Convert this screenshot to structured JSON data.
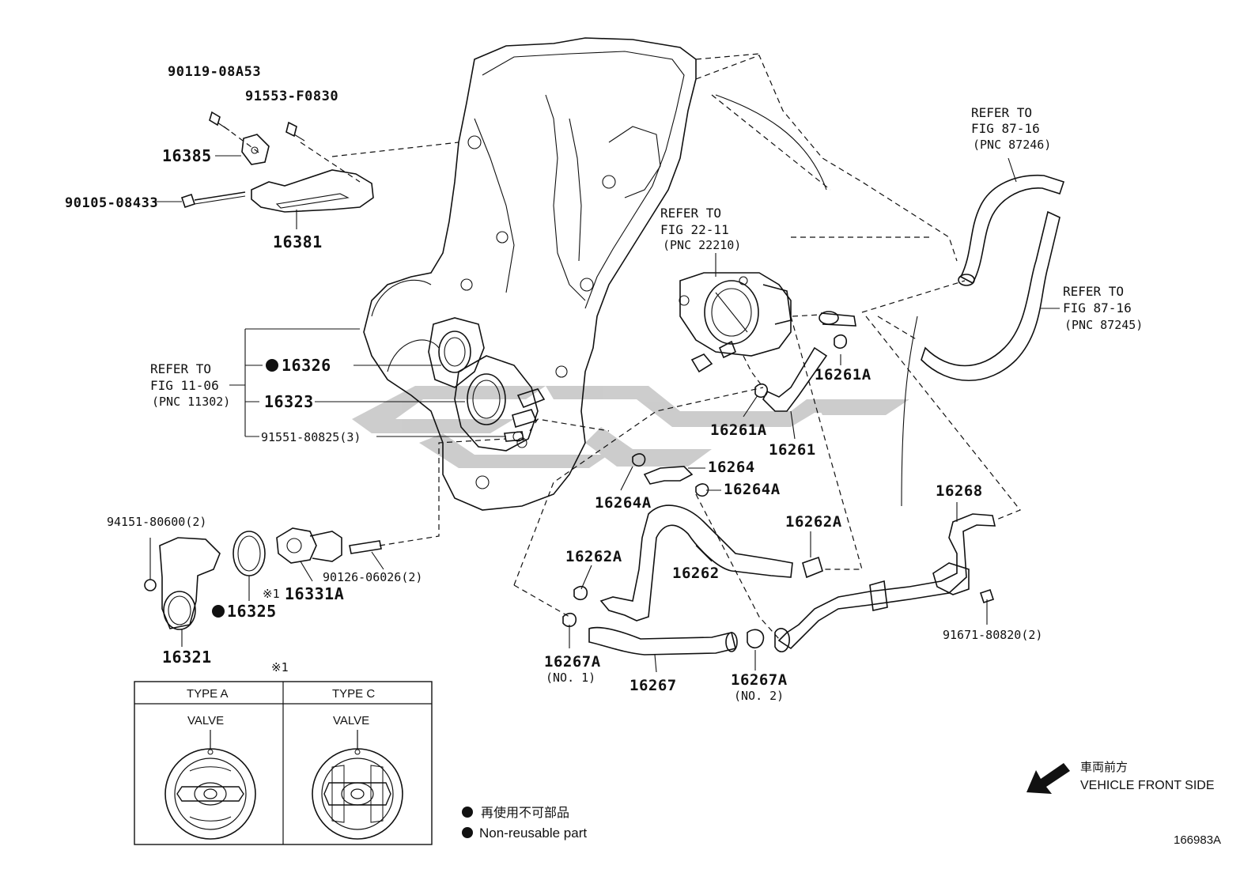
{
  "diagram": {
    "parts": {
      "p1": "90119-08A53",
      "p2": "91553-F0830",
      "p3": "16385",
      "p4": "90105-08433",
      "p5": "16381",
      "p6": "16326",
      "p7": "16323",
      "p8": "91551-80825(3)",
      "p9": "94151-80600(2)",
      "p10": "16325",
      "p11": "16331A",
      "p12": "90126-06026(2)",
      "p13": "16321",
      "p14": "16261A",
      "p15": "16261A",
      "p16": "16261",
      "p17": "16264",
      "p18": "16264A",
      "p19": "16264A",
      "p20": "16262A",
      "p21": "16262A",
      "p22": "16262",
      "p23": "16268",
      "p24": "91671-80820(2)",
      "p25": "16267A",
      "p26": "(NO. 1)",
      "p27": "16267",
      "p28": "16267A",
      "p29": "(NO. 2)"
    },
    "note_mark": "※1",
    "refs": {
      "ref1": [
        "REFER TO",
        "FIG 11-06",
        "(PNC 11302)"
      ],
      "ref2": [
        "REFER TO",
        "FIG 22-11",
        "(PNC 22210)"
      ],
      "ref3": [
        "REFER TO",
        "FIG 87-16",
        "(PNC 87246)"
      ],
      "ref4": [
        "REFER TO",
        "FIG 87-16",
        "(PNC 87245)"
      ]
    },
    "inset": {
      "mark": "※1",
      "type_a": "TYPE A",
      "type_c": "TYPE C",
      "valve_a": "VALVE",
      "valve_c": "VALVE"
    },
    "legend": {
      "jp": "再使用不可部品",
      "en": "Non-reusable part"
    },
    "direction": {
      "jp": "車両前方",
      "en": "VEHICLE FRONT SIDE"
    },
    "figure_id": "166983A",
    "watermark": "CJSC",
    "colors": {
      "ink": "#111111",
      "watermark": "#bfbfbf"
    }
  }
}
